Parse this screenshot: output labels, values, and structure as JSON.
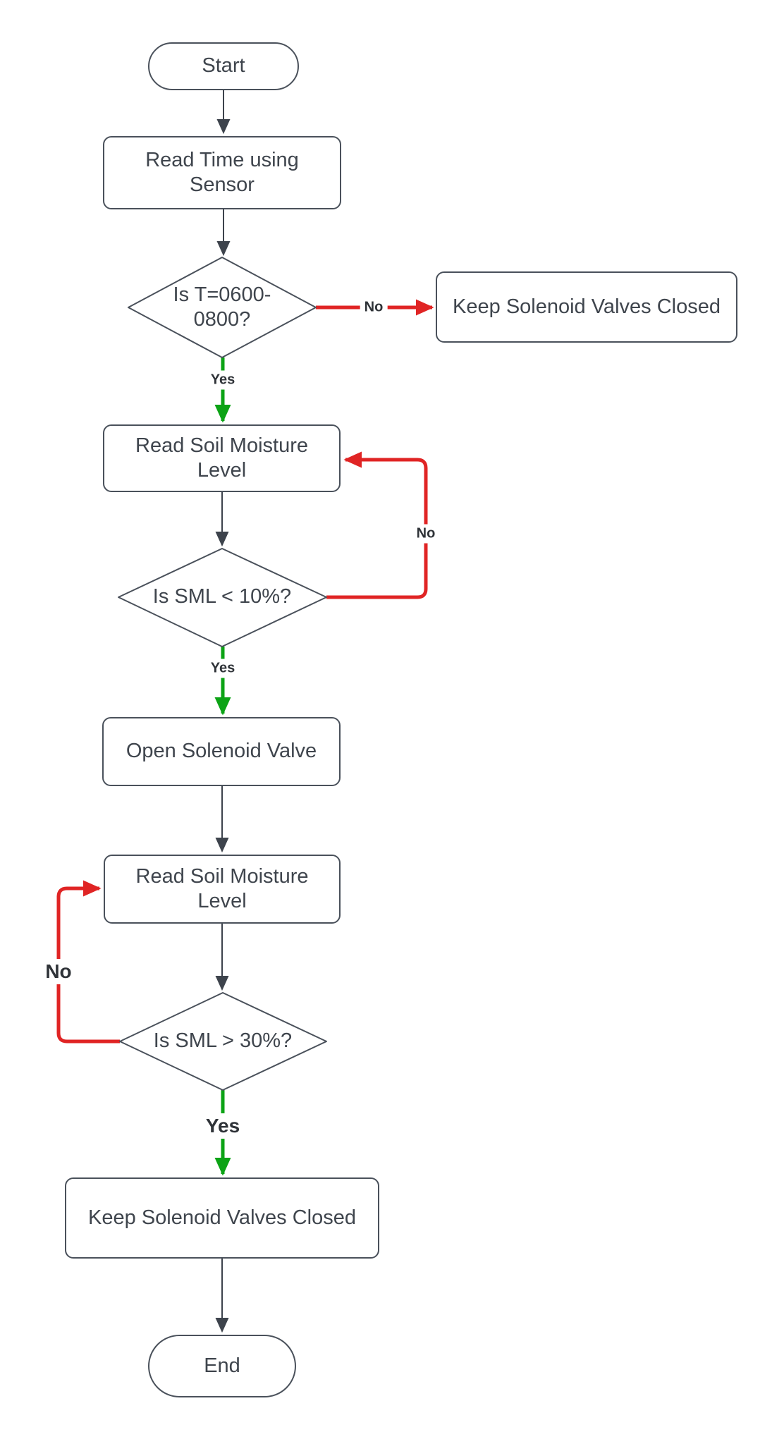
{
  "colors": {
    "background": "#ffffff",
    "line": "#3d434c",
    "node_border": "#4a515b",
    "node_fill": "#ffffff",
    "text": "#3f454d",
    "label_text": "#2f3338",
    "yes": "#0ca315",
    "no": "#e02424"
  },
  "nodes": {
    "start": {
      "shape": "terminator",
      "label": "Start"
    },
    "read_time": {
      "shape": "process",
      "label": "Read Time using Sensor"
    },
    "time_check": {
      "shape": "decision",
      "label": "Is T=0600-0800?"
    },
    "keep_closed_right": {
      "shape": "process",
      "label": "Keep Solenoid Valves Closed"
    },
    "read_sml_1": {
      "shape": "process",
      "label": "Read Soil Moisture Level"
    },
    "sml_low_check": {
      "shape": "decision",
      "label": "Is SML < 10%?"
    },
    "open_valve": {
      "shape": "process",
      "label": "Open Solenoid Valve"
    },
    "read_sml_2": {
      "shape": "process",
      "label": "Read Soil Moisture Level"
    },
    "sml_high_check": {
      "shape": "decision",
      "label": "Is SML > 30%?"
    },
    "keep_closed_bottom": {
      "shape": "process",
      "label": "Keep Solenoid Valves Closed"
    },
    "end": {
      "shape": "terminator",
      "label": "End"
    }
  },
  "edges": {
    "start_to_read_time": {
      "from": "start",
      "to": "read_time",
      "label": ""
    },
    "read_time_to_time_check": {
      "from": "read_time",
      "to": "time_check",
      "label": ""
    },
    "time_check_no": {
      "from": "time_check",
      "to": "keep_closed_right",
      "label": "No",
      "color": "#e02424"
    },
    "time_check_yes": {
      "from": "time_check",
      "to": "read_sml_1",
      "label": "Yes",
      "color": "#0ca315"
    },
    "read_sml_1_to_sml_low": {
      "from": "read_sml_1",
      "to": "sml_low_check",
      "label": ""
    },
    "sml_low_no": {
      "from": "sml_low_check",
      "to": "read_sml_1",
      "label": "No",
      "color": "#e02424"
    },
    "sml_low_yes": {
      "from": "sml_low_check",
      "to": "open_valve",
      "label": "Yes",
      "color": "#0ca315"
    },
    "open_valve_to_read_sml_2": {
      "from": "open_valve",
      "to": "read_sml_2",
      "label": ""
    },
    "read_sml_2_to_sml_high": {
      "from": "read_sml_2",
      "to": "sml_high_check",
      "label": ""
    },
    "sml_high_no": {
      "from": "sml_high_check",
      "to": "read_sml_2",
      "label": "No",
      "color": "#e02424"
    },
    "sml_high_yes": {
      "from": "sml_high_check",
      "to": "keep_closed_bottom",
      "label": "Yes",
      "color": "#0ca315"
    },
    "keep_closed_to_end": {
      "from": "keep_closed_bottom",
      "to": "end",
      "label": ""
    }
  }
}
